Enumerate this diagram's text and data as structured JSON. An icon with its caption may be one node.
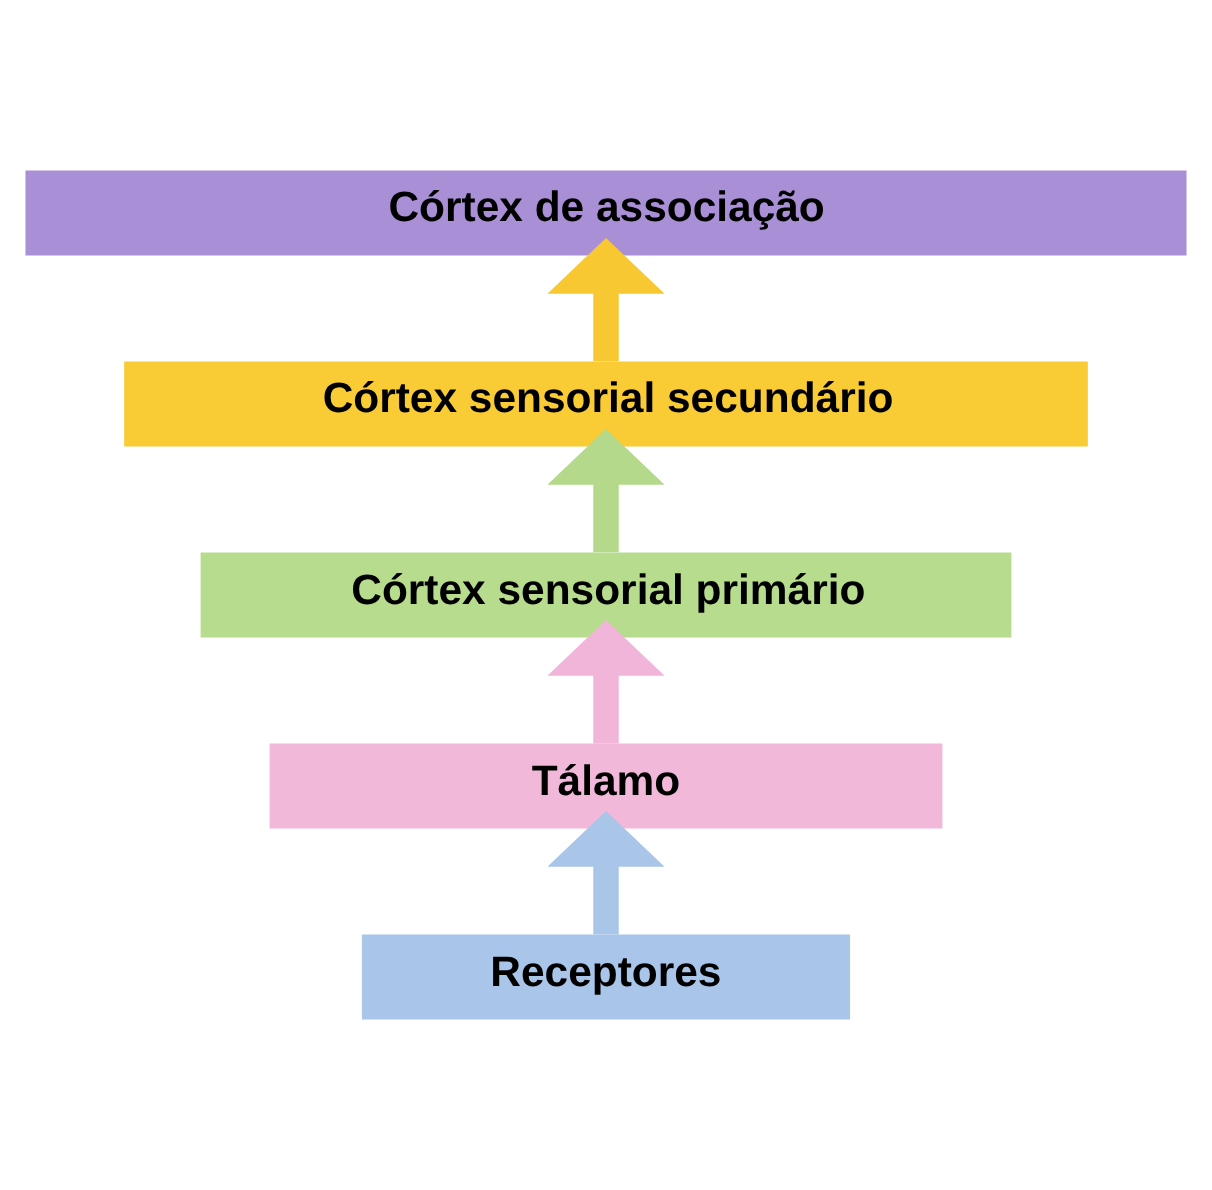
{
  "diagram": {
    "nodes": [
      {
        "text": [
          "Córtex de associação"
        ]
      },
      {
        "text": [
          "Córtex sensorial secundário"
        ]
      },
      {
        "text": [
          "Córtex sensorial primário"
        ]
      },
      {
        "text": [
          "Tálamo"
        ]
      },
      {
        "text": [
          "Receptores"
        ]
      }
    ],
    "edges": [
      {
        "from": 4,
        "to": 3,
        "arrow": "to",
        "color": "#a9c6e8"
      },
      {
        "from": 3,
        "to": 2,
        "arrow": "to",
        "color": "#f0b5d8"
      },
      {
        "from": 2,
        "to": 1,
        "arrow": "to",
        "color": "#b5d98a"
      },
      {
        "from": 1,
        "to": 0,
        "arrow": "to",
        "color": "#f7c832"
      }
    ]
  }
}
